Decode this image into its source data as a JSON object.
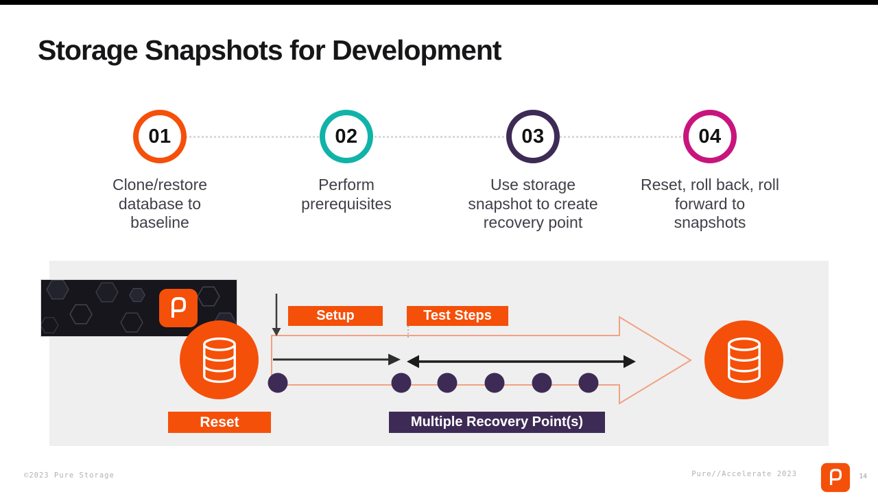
{
  "slide": {
    "title": "Storage Snapshots for Development",
    "steps": [
      {
        "number": "01",
        "label": "Clone/restore database to baseline",
        "color": "#f4500a"
      },
      {
        "number": "02",
        "label": "Perform prerequisites",
        "color": "#10b3a8"
      },
      {
        "number": "03",
        "label": "Use storage snapshot to create recovery point",
        "color": "#3d2b56"
      },
      {
        "number": "04",
        "label": "Reset, roll back, roll forward to snapshots",
        "color": "#c8157d"
      }
    ],
    "diagram": {
      "setup_label": "Setup",
      "test_steps_label": "Test Steps",
      "reset_label": "Reset",
      "recovery_label": "Multiple Recovery Point(s)",
      "recovery_point_count": 6,
      "icons": {
        "source_database": "database-icon",
        "target_database": "database-icon",
        "banner_logo": "pure-storage-logo-icon",
        "down_arrow": "down-arrow-icon",
        "setup_arrow": "right-arrow-icon",
        "test_span_arrow": "double-headed-arrow-icon",
        "flow_arrow": "outlined-right-arrow-icon",
        "recovery_point": "purple-dot"
      },
      "colors": {
        "orange": "#f4500a",
        "purple": "#3d2b56",
        "panel_bg": "#efefef",
        "flow_arrow_outline": "#f2a183",
        "arrow_dark": "#2e2e2e"
      }
    },
    "footer": {
      "copyright": "©2023 Pure Storage",
      "event": "Pure//Accelerate 2023",
      "page_number": "14"
    }
  }
}
